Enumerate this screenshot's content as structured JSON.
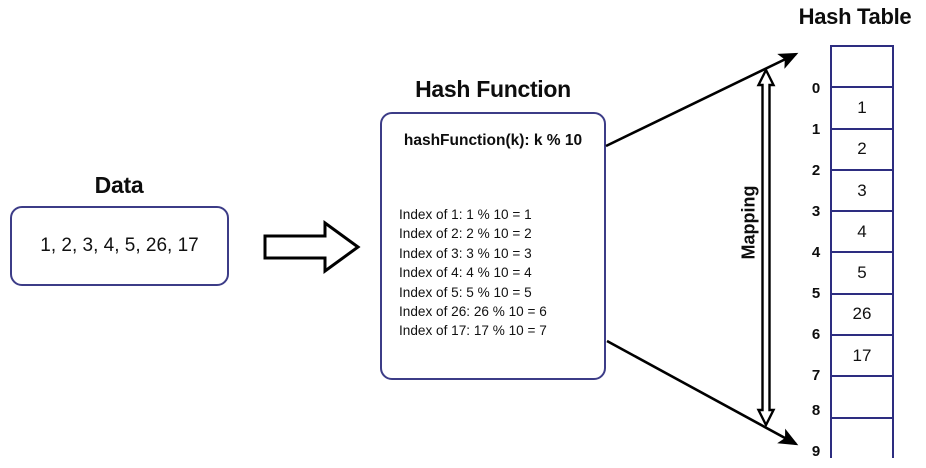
{
  "diagram": {
    "data_section": {
      "title": "Data",
      "values": "1, 2, 3, 4, 5, 26, 17"
    },
    "flow_arrow": {
      "icon": "block-arrow-right-icon"
    },
    "hash_function_section": {
      "title": "Hash Function",
      "formula": "hashFunction(k): k % 10",
      "index_lines": [
        "Index of 1: 1 % 10 = 1",
        "Index of 2: 2 % 10 = 2",
        "Index of 3: 3 % 10 = 3",
        "Index of 4: 4 % 10 = 4",
        "Index of 5: 5 % 10 = 5",
        "Index of 26: 26 % 10 = 6",
        "Index of 17: 17 % 10 = 7"
      ]
    },
    "mapping_section": {
      "label": "Mapping",
      "arrow_icon": "double-headed-vertical-arrow-icon",
      "upper_arrow_icon": "arrow-up-right-icon",
      "lower_arrow_icon": "arrow-down-right-icon"
    },
    "hash_table_section": {
      "title": "Hash Table",
      "indices": [
        "0",
        "1",
        "2",
        "3",
        "4",
        "5",
        "6",
        "7",
        "8",
        "9"
      ],
      "cells": [
        "",
        "1",
        "2",
        "3",
        "4",
        "5",
        "26",
        "17",
        "",
        ""
      ]
    },
    "colors": {
      "box_border": "#3c3c87",
      "table_border": "#2d2d80",
      "text": "#111111",
      "arrow": "#000000",
      "background": "#ffffff"
    }
  }
}
